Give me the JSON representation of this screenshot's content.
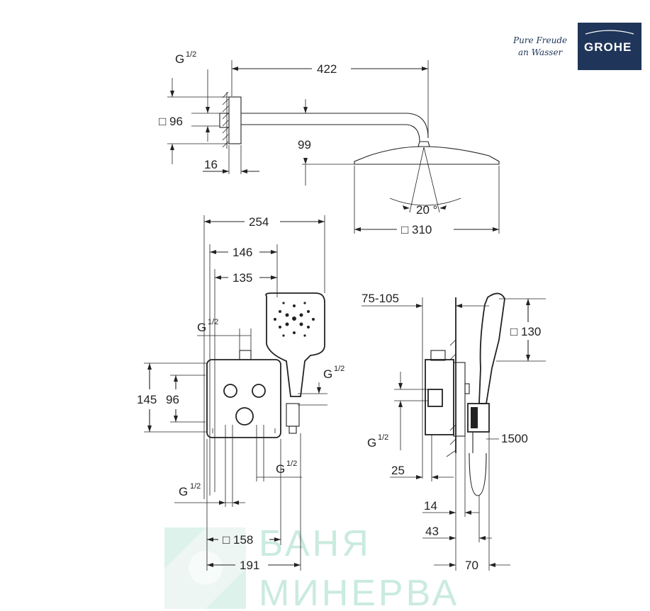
{
  "brand": {
    "name": "GROHE",
    "slogan_line1": "Pure Freude",
    "slogan_line2": "an Wasser",
    "color": "#1f3559"
  },
  "watermark": {
    "line1": "БАНЯ",
    "line2": "МИНЕРВА",
    "color": "#9fdcc4"
  },
  "dimensions": {
    "top": {
      "arm_length": "422",
      "thread_g": "G",
      "thread_frac": "1/2",
      "flange": "□ 96",
      "arm_drop": "99",
      "flange_depth": "16",
      "spray_angle": "20 °",
      "head_size": "□ 310"
    },
    "front": {
      "total_width": "254",
      "w146": "146",
      "w135": "135",
      "thread_g_top": "G",
      "thread_frac_top": "1/2",
      "thread_g_right": "G",
      "thread_frac_right": "1/2",
      "h145": "145",
      "h96": "96",
      "thread_g_bottom": "G",
      "thread_frac_bottom": "1/2",
      "thread_g_left": "G",
      "thread_frac_left": "1/2",
      "box_size": "□ 158",
      "w191": "191"
    },
    "side": {
      "wall_range": "75-105",
      "hand_size": "□ 130",
      "thread_g": "G",
      "thread_frac": "1/2",
      "hose_length": "1500",
      "d25": "25",
      "d14": "14",
      "d43": "43",
      "d70": "70"
    }
  }
}
